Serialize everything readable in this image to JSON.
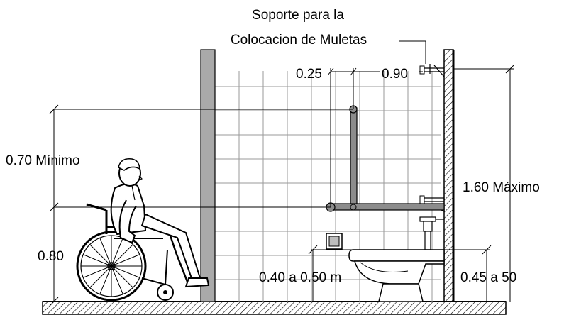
{
  "labels": {
    "crutch_support_line1": "Soporte para la",
    "crutch_support_line2": "Colocacion de Muletas",
    "dim_025": "0.25",
    "dim_090": "0.90",
    "dim_070_min": "0.70 Mínimo",
    "dim_080": "0.80",
    "dim_160_max": "1.60 Máximo",
    "dim_040_050": "0.40 a 0.50 m",
    "dim_045_50": "0.45 a 50"
  },
  "colors": {
    "wall_gray": "#a9a9a9",
    "grab_bar_gray": "#8c8c8c",
    "tile_line": "#9a9a9a",
    "ink": "#000000"
  },
  "icons": {
    "person": "wheelchair-user-icon",
    "toilet": "toilet-icon",
    "grab_bar": "grab-bar-icon",
    "crutch_holder": "crutch-holder-icon"
  }
}
